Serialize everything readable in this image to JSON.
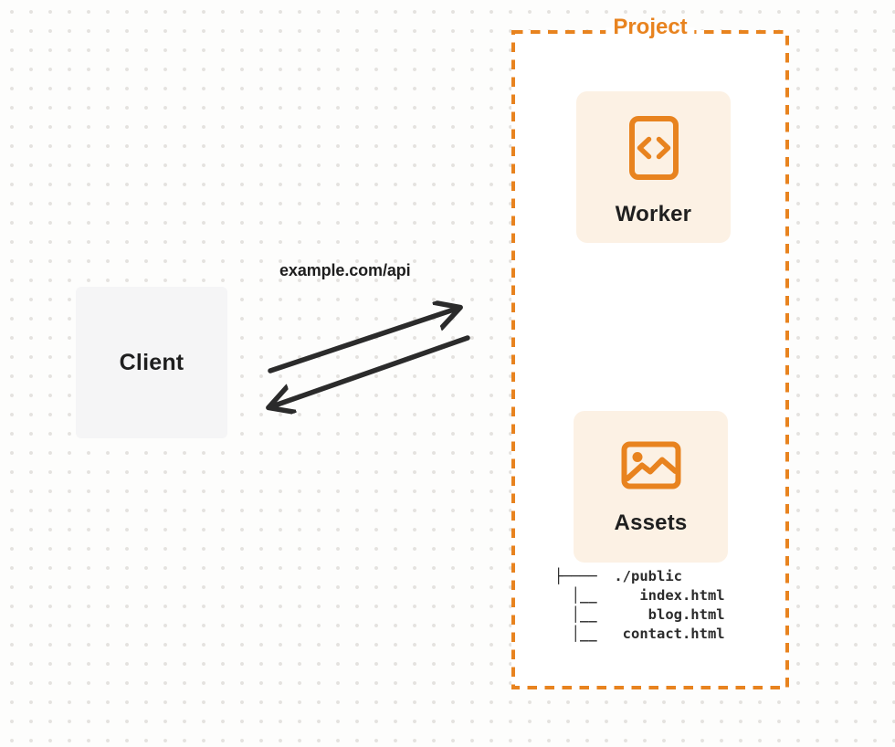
{
  "diagram": {
    "client": {
      "label": "Client"
    },
    "request": {
      "route_label": "example.com/api"
    },
    "project": {
      "label": "Project",
      "worker": {
        "label": "Worker",
        "icon": "code-file-icon"
      },
      "assets": {
        "label": "Assets",
        "icon": "image-icon"
      },
      "file_tree": {
        "lines": [
          "├────  ./public",
          "  │__     index.html",
          "  │__      blog.html",
          "  │__   contact.html"
        ]
      }
    },
    "colors": {
      "accent_orange": "#E8831F",
      "card_background": "#FCF1E4",
      "client_background": "#F5F5F6",
      "arrow": "#2B2B2B",
      "dot_grid": "#E4E2DF"
    }
  }
}
